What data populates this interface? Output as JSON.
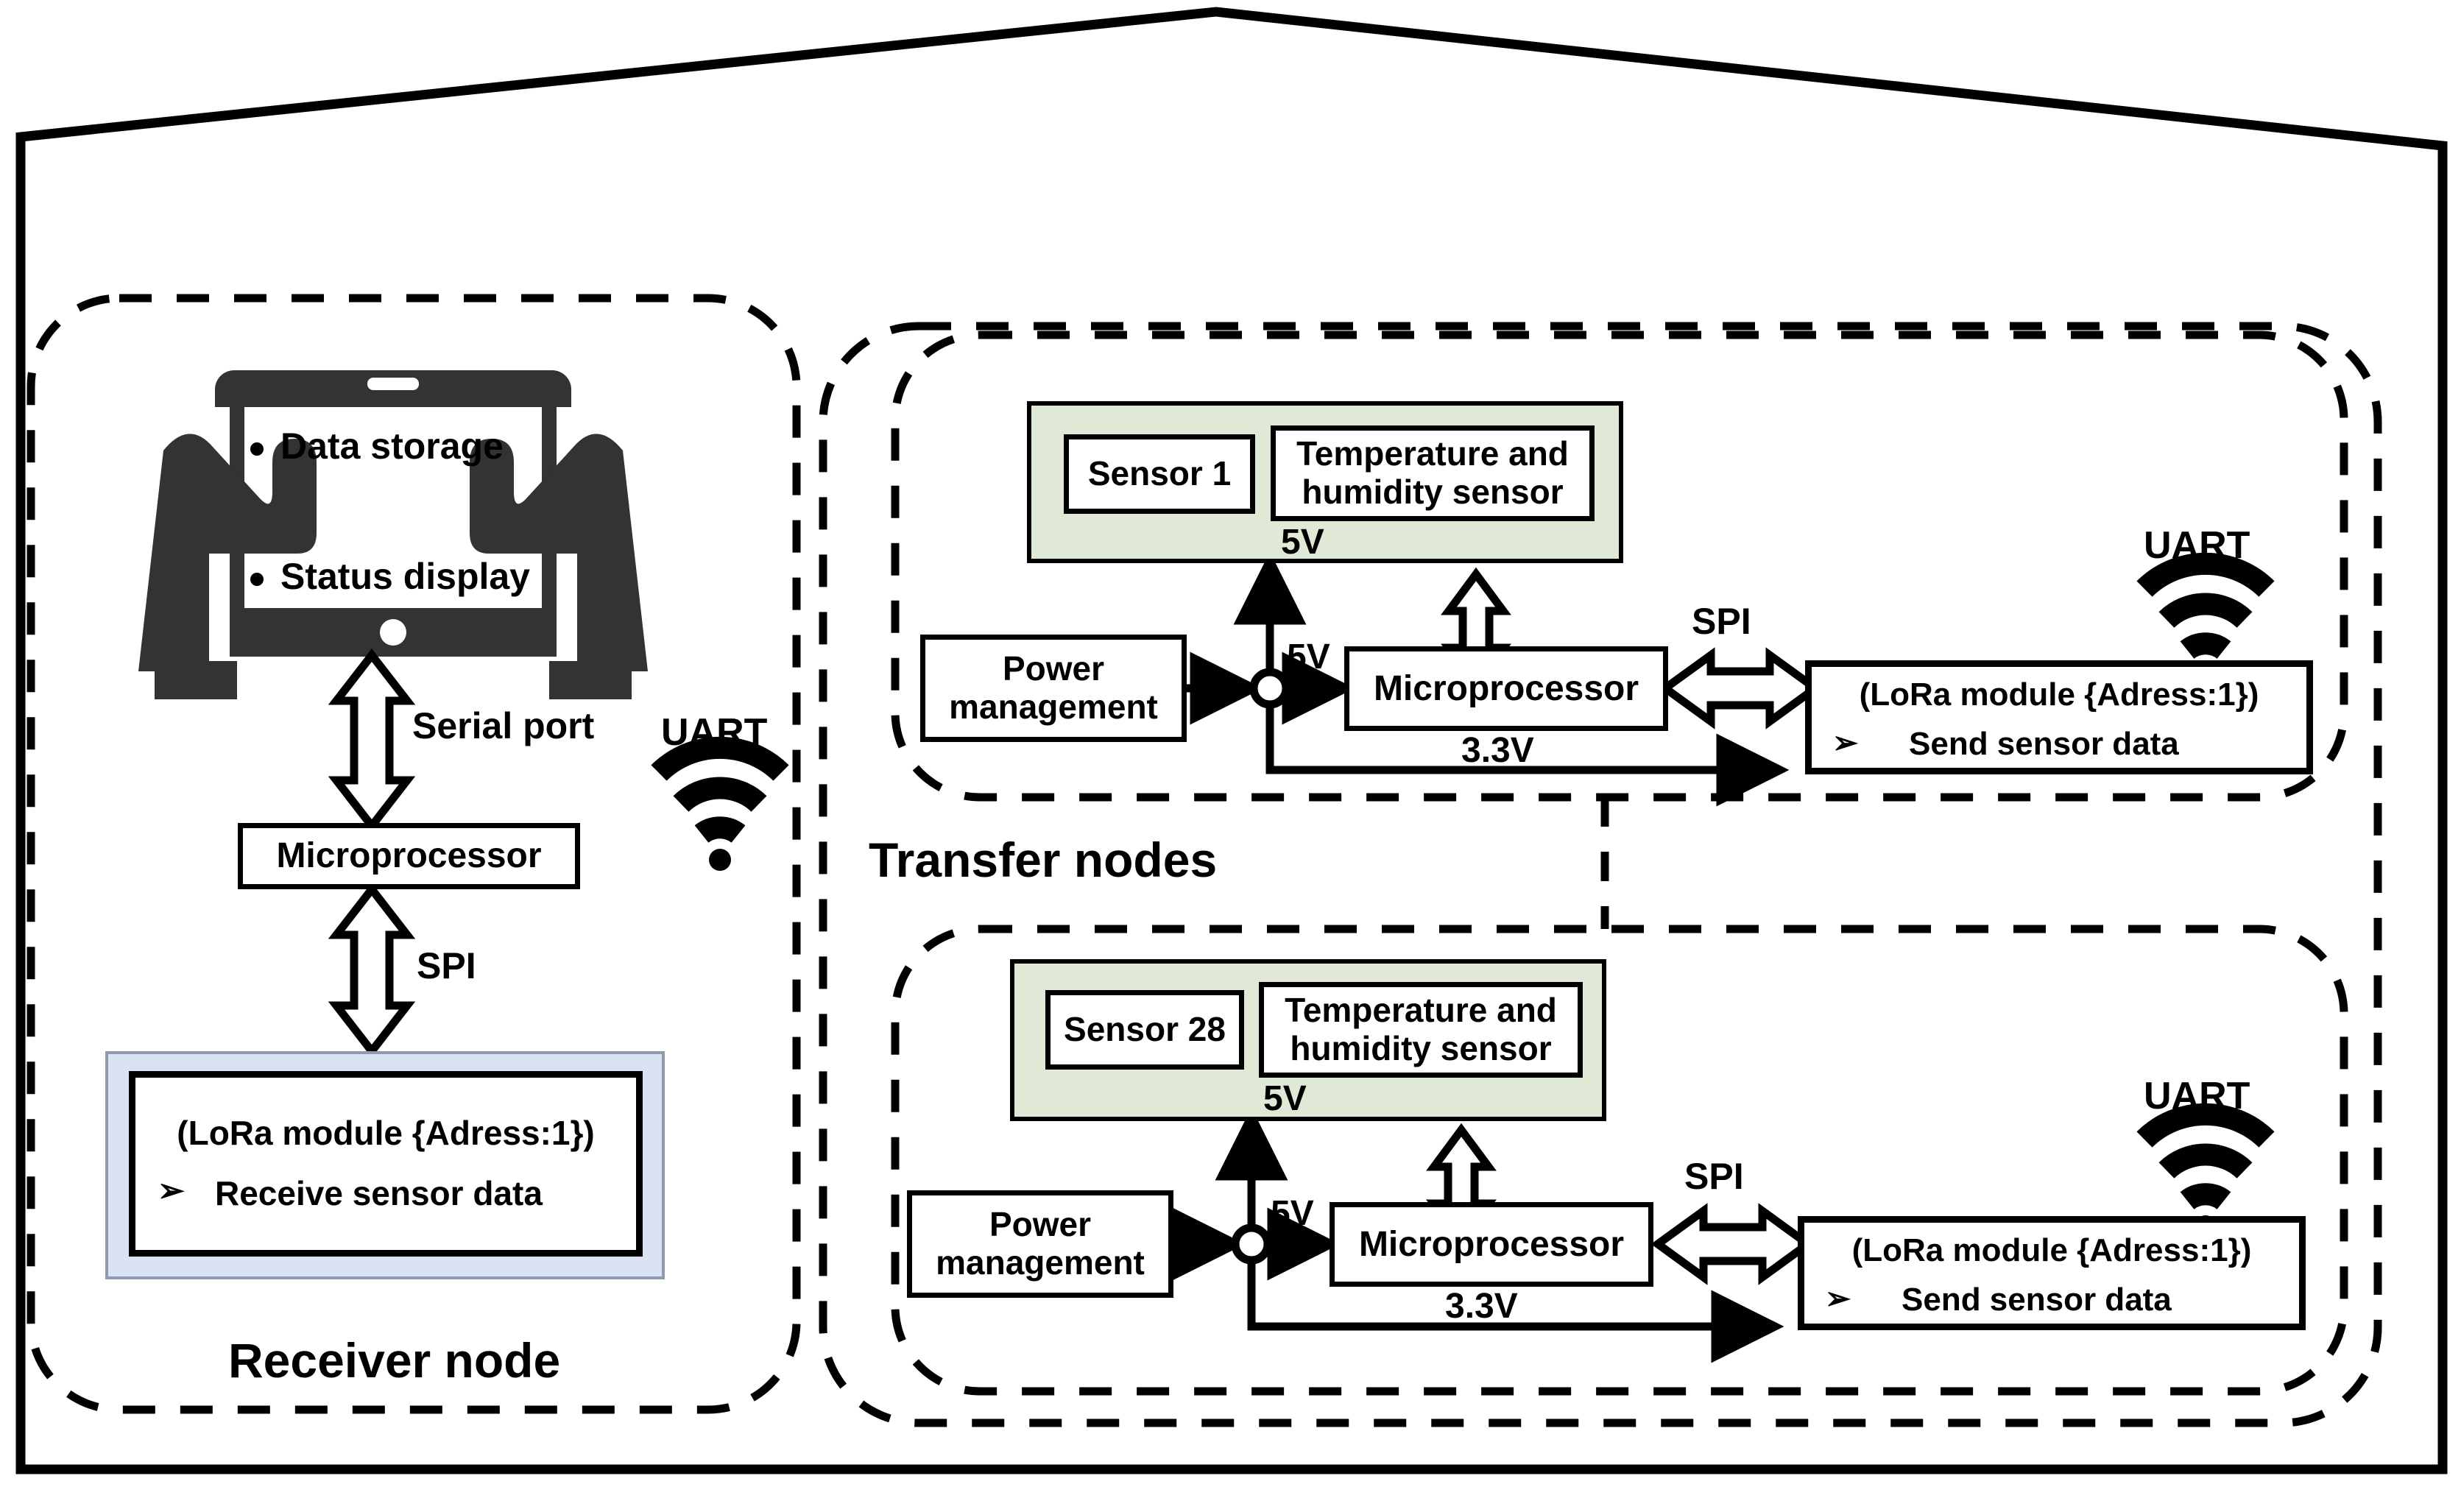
{
  "diagram": {
    "title_semantic": "LoRa wireless sensor network architecture inside a house",
    "house_label": "house-outline"
  },
  "receiver_node": {
    "label": "Receiver node",
    "tablet": {
      "bullets": [
        "Data storage",
        "Status display"
      ],
      "bullet_symbol": "•",
      "icon": "hands-holding-tablet"
    },
    "serial_link_label": "Serial port",
    "microprocessor_label": "Microprocessor",
    "spi_label": "SPI",
    "uart_label": "UART",
    "lora": {
      "title": "(LoRa module {Adress:1})",
      "bullet_symbol": "➢",
      "action": "Receive sensor data",
      "fill": "#dae3f3"
    }
  },
  "transfer_nodes": {
    "group_label": "Transfer nodes",
    "nodes": [
      {
        "sensor_id": "Sensor 1",
        "sensor_type": "Temperature and\nhumidity sensor",
        "sensor_panel_fill": "#dfe9d5",
        "power_label": "Power\nmanagement",
        "rail_sensor": "5V",
        "rail_mcu": "5V",
        "rail_lora": "3.3V",
        "microprocessor_label": "Microprocessor",
        "spi_label": "SPI",
        "uart_label": "UART",
        "lora": {
          "title": "(LoRa module {Adress:1})",
          "bullet_symbol": "➢",
          "action": "Send sensor data"
        }
      },
      {
        "sensor_id": "Sensor 28",
        "sensor_type": "Temperature and\nhumidity sensor",
        "sensor_panel_fill": "#dfe9d5",
        "power_label": "Power\nmanagement",
        "rail_sensor": "5V",
        "rail_mcu": "5V",
        "rail_lora": "3.3V",
        "microprocessor_label": "Microprocessor",
        "spi_label": "SPI",
        "uart_label": "UART",
        "lora": {
          "title": "(LoRa module {Adress:1})",
          "bullet_symbol": "➢",
          "action": "Send sensor data"
        }
      }
    ]
  },
  "colors": {
    "stroke": "#000000",
    "sensor_panel": "#dfe9d5",
    "lora_receiver_panel": "#dae3f3",
    "background": "#ffffff"
  }
}
